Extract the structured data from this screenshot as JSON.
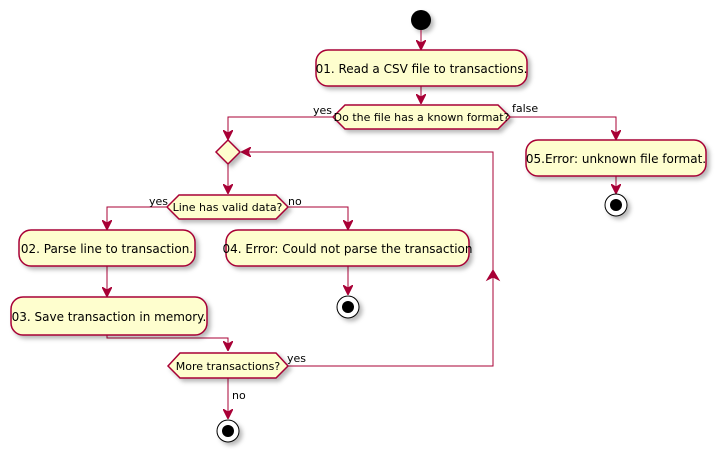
{
  "diagram": {
    "activities": {
      "read_csv": "01. Read a CSV file to transactions.",
      "parse_line": "02. Parse line to transaction.",
      "save_transaction": "03. Save transaction in memory.",
      "error_parse": "04. Error: Could not parse the transaction",
      "error_format": "05.Error: unknown file format."
    },
    "decisions": {
      "known_format": "Do the file has a known format?",
      "valid_data": "Line has valid data?",
      "more_transactions": "More transactions?"
    },
    "guards": {
      "known_yes": "yes",
      "known_false": "false",
      "valid_yes": "yes",
      "valid_no": "no",
      "more_yes": "yes",
      "more_no": "no"
    }
  }
}
